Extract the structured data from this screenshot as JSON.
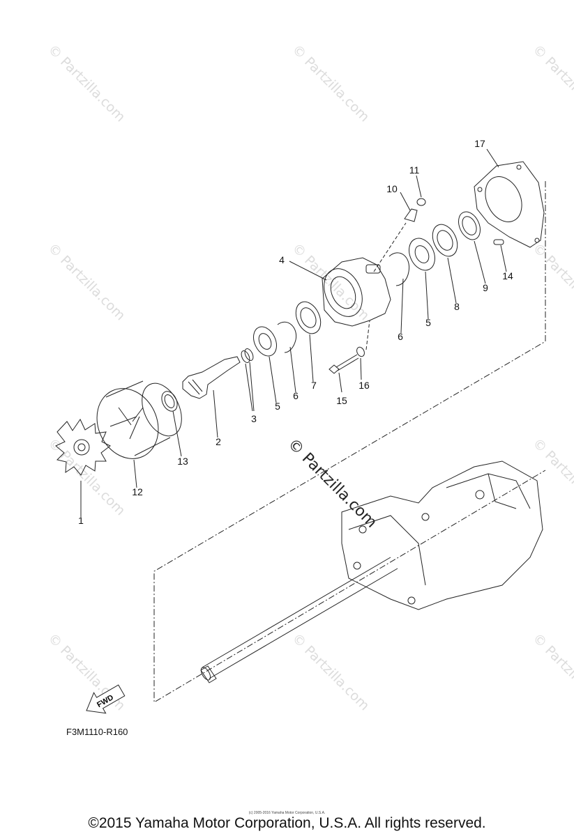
{
  "part_labels": [
    "1",
    "2",
    "3",
    "4",
    "5",
    "5",
    "6",
    "6",
    "7",
    "8",
    "9",
    "10",
    "11",
    "12",
    "13",
    "14",
    "15",
    "16",
    "17"
  ],
  "watermark_text": "© Partzilla.com",
  "fwd_label": "FWD",
  "diagram_code": "F3M1110-R160",
  "small_copyright": "(c) 2005-2016 Yamaha Motor Corporation, U.S.A.",
  "copyright": "©2015 Yamaha Motor Corporation, U.S.A. All rights reserved."
}
